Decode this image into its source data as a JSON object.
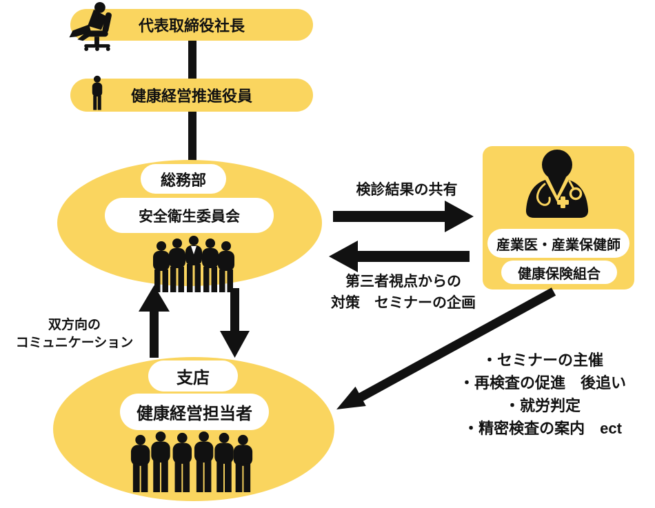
{
  "colors": {
    "accent_yellow": "#FAD55F",
    "silhouette_black": "#111111",
    "pill_white": "#FFFFFF"
  },
  "icons": {
    "president": "executive-chair-icon",
    "officer": "standing-person-icon",
    "headquarters": "staff-group-icon",
    "branch": "staff-group-icon",
    "external": "doctor-icon"
  },
  "top_chain": {
    "president_label": "代表取締役社長",
    "officer_label": "健康経営推進役員"
  },
  "headquarters": {
    "dept_label": "総務部",
    "committee_label": "安全衛生委員会"
  },
  "external": {
    "physician_label": "産業医・産業保健師",
    "insurance_label": "健康保険組合"
  },
  "branch": {
    "branch_label": "支店",
    "manager_label": "健康経営担当者"
  },
  "arrows": {
    "share_results_label": "検診結果の共有",
    "third_party_line1": "第三者視点からの",
    "third_party_line2": "対策　セミナーの企画",
    "bidirectional_line1": "双方向の",
    "bidirectional_line2": "コミュニケーション"
  },
  "tasks": {
    "items": [
      "・セミナーの主催",
      "・再検査の促進　後追い",
      "・就労判定",
      "・精密検査の案内　ect"
    ]
  }
}
